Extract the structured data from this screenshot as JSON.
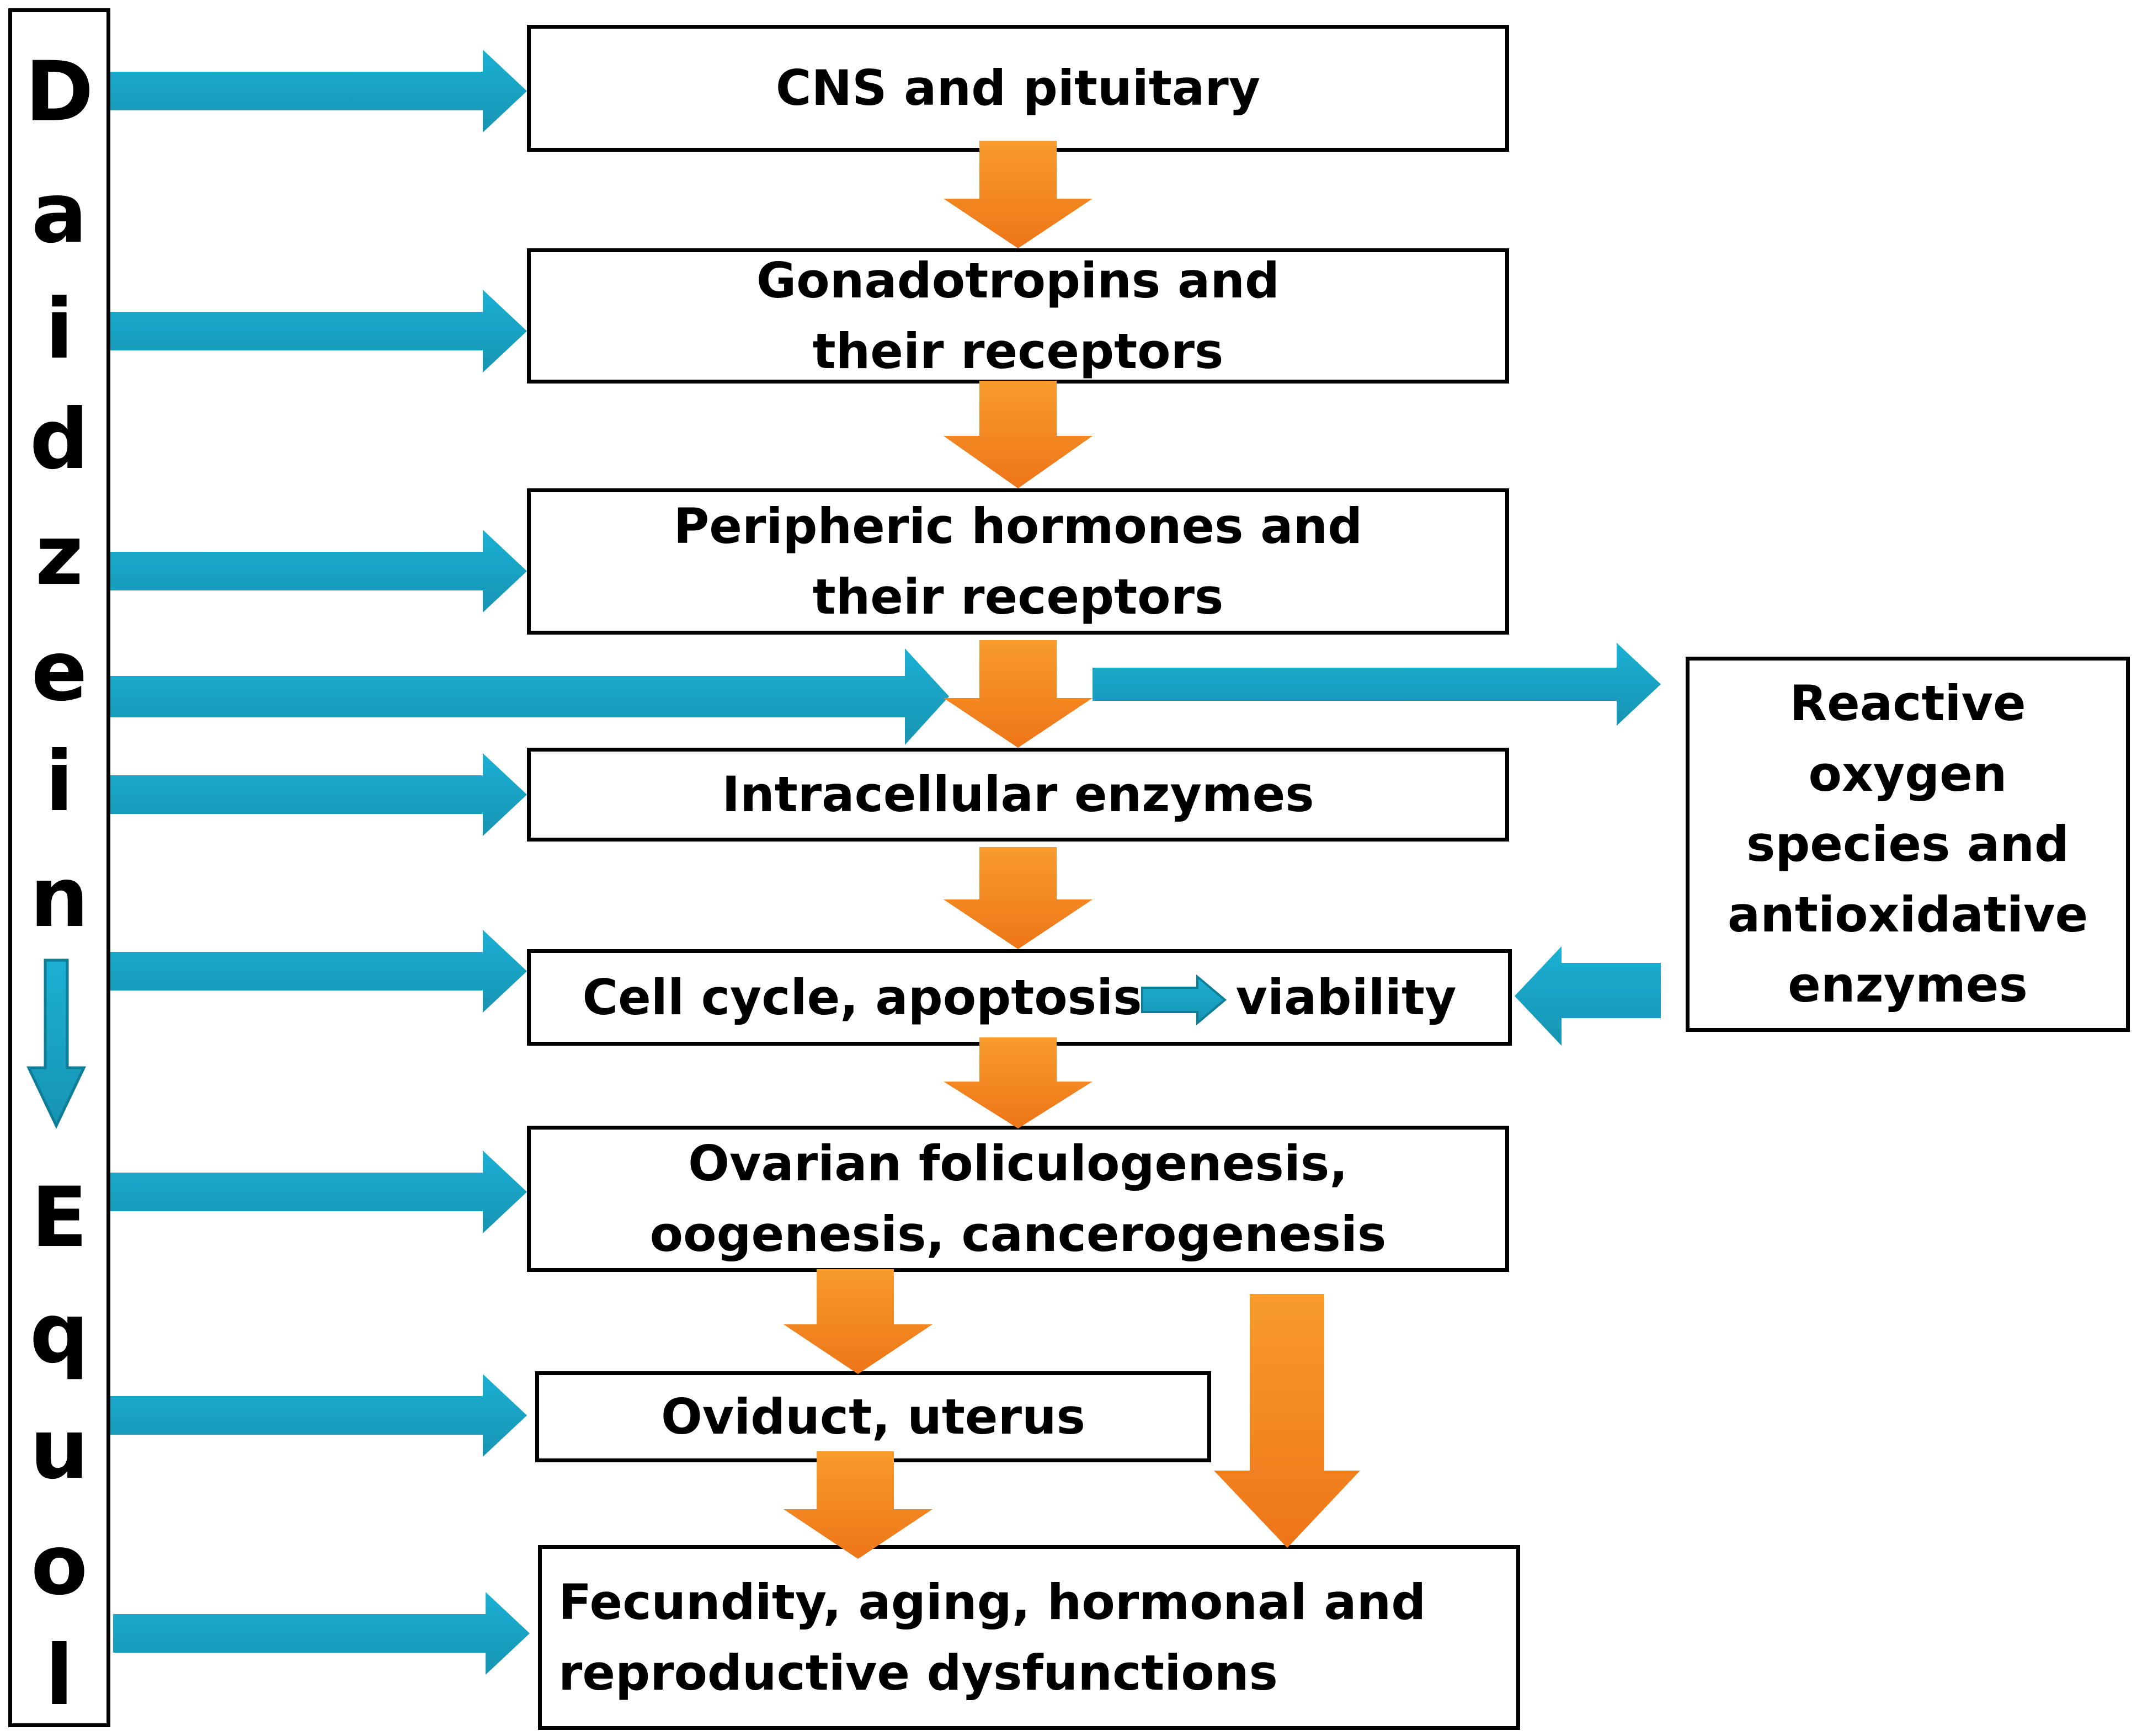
{
  "left_column": {
    "letters": [
      "D",
      "a",
      "i",
      "d",
      "z",
      "e",
      "i",
      "n",
      "E",
      "q",
      "u",
      "o",
      "l"
    ]
  },
  "boxes": {
    "cns": "CNS and pituitary",
    "gonadotropins": "Gonadotropins and their receptors",
    "peripheric": "Peripheric hormones and their receptors",
    "intracellular": "Intracellular enzymes",
    "cell_cycle_left": "Cell cycle, apoptosis",
    "cell_cycle_right": "viability",
    "ovarian": "Ovarian foliculogenesis, oogenesis, cancerogenesis",
    "oviduct": "Oviduct, uterus",
    "fecundity": "Fecundity, aging, hormonal  and reproductive dysfunctions",
    "ros": "Reactive oxygen species and antioxidative enzymes"
  },
  "colors": {
    "blue_arrow": "#1aa3c4",
    "orange_arrow": "#f5871f",
    "border": "#000000"
  }
}
